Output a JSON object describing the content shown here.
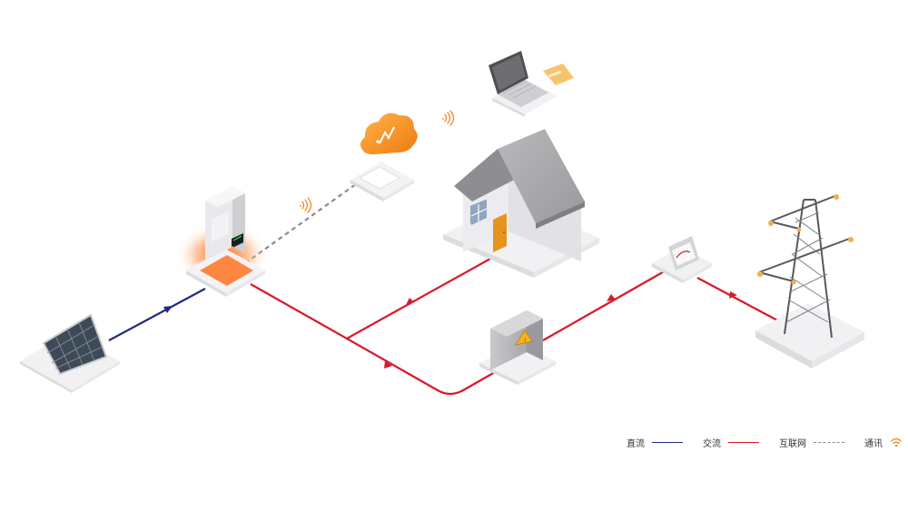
{
  "legend": {
    "dc_label": "直流",
    "ac_label": "交流",
    "internet_label": "互联网",
    "comm_label": "通讯"
  },
  "colors": {
    "dc_line": "#1f2a80",
    "ac_line": "#d8182a",
    "internet_line": "#8c8c8c",
    "accent_orange": "#f0891f",
    "platform": "#f1f1f3"
  },
  "icons": [
    "solar-panel-icon",
    "inverter-icon",
    "router-icon",
    "cloud-icon",
    "laptop-icon",
    "house-icon",
    "distribution-box-icon",
    "electric-meter-icon",
    "transmission-tower-icon",
    "wifi-icon"
  ]
}
